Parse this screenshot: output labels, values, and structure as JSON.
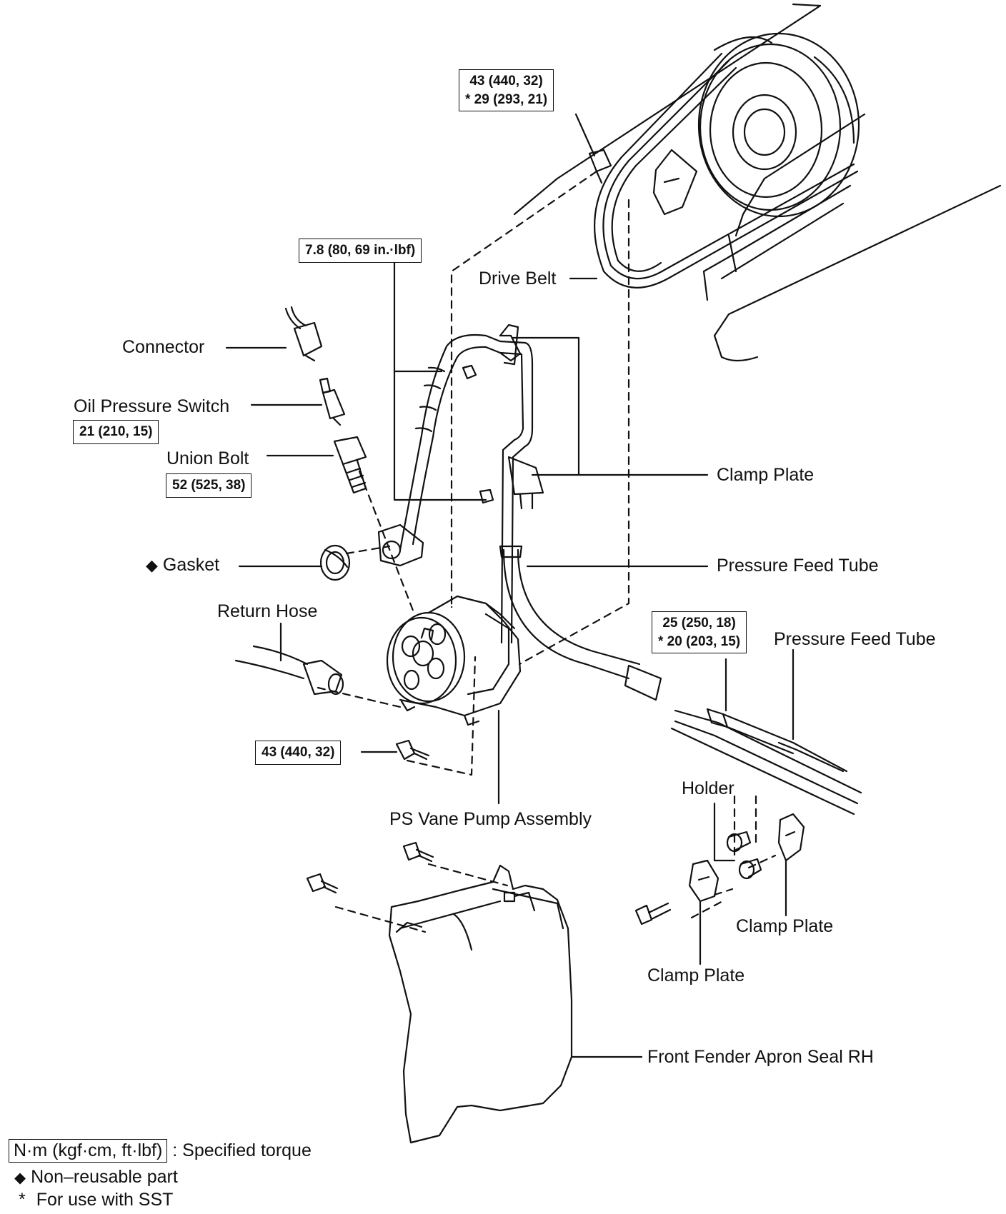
{
  "callouts": {
    "drive_belt": "Drive Belt",
    "connector": "Connector",
    "oil_pressure_switch": "Oil Pressure Switch",
    "union_bolt": "Union Bolt",
    "gasket": "Gasket",
    "return_hose": "Return Hose",
    "clamp_plate_top": "Clamp Plate",
    "pressure_feed_tube_1": "Pressure Feed Tube",
    "pressure_feed_tube_2": "Pressure Feed Tube",
    "ps_vane_pump_assembly": "PS Vane Pump Assembly",
    "holder": "Holder",
    "clamp_plate_right": "Clamp Plate",
    "clamp_plate_lower": "Clamp Plate",
    "front_fender_apron_seal": "Front Fender Apron Seal RH"
  },
  "torques": {
    "crank_bracket_line1": "43 (440, 32)",
    "crank_bracket_line2": "* 29 (293, 21)",
    "hose_union": "7.8 (80, 69 in.·lbf)",
    "oil_pressure_switch": "21 (210, 15)",
    "union_bolt": "52 (525, 38)",
    "pump_bolt": "43 (440, 32)",
    "feed_tube_line1": "25 (250, 18)",
    "feed_tube_line2": "* 20 (203, 15)"
  },
  "legend": {
    "unit_box": "N·m (kgf·cm, ft·lbf)",
    "unit_text": ": Specified torque",
    "non_reusable_symbol": "◆",
    "non_reusable_text": "Non–reusable part",
    "sst_symbol": "*",
    "sst_text": "For use with SST"
  },
  "gasket_marker": "◆"
}
